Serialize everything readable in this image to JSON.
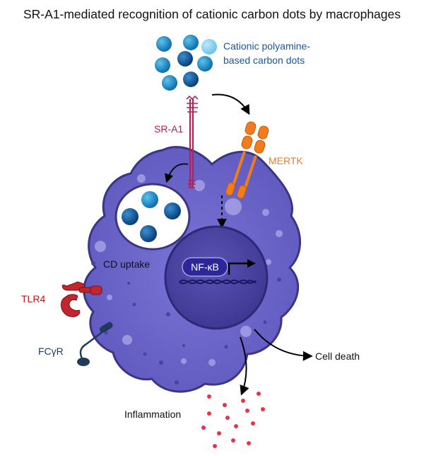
{
  "title": "SR-A1-mediated recognition of cationic carbon dots by macrophages",
  "labels": {
    "carbon_dots_line1": "Cationic polyamine-",
    "carbon_dots_line2": "based carbon dots",
    "sr_a1": "SR-A1",
    "mertk": "MERTK",
    "cd_uptake": "CD uptake",
    "nf_kb": "NF-κB",
    "tlr4": "TLR4",
    "fcyr": "FCγR",
    "cell_death": "Cell death",
    "inflammation": "Inflammation"
  },
  "colors": {
    "cell_fill": "#6b66c4",
    "cell_outline": "#3a3585",
    "nucleus_fill": "#4a43a0",
    "carbon_dot": "#1f8fc4",
    "carbon_dot_dark": "#0d5e9e",
    "sr_a1": "#b0235a",
    "mertk": "#f07c1e",
    "tlr4": "#c0262e",
    "fcyr": "#1f3a5c",
    "inflammation_dots": "#e8334a",
    "title_color": "#111111",
    "cd_label_color": "#1558a6",
    "sr_a1_label_color": "#c2185b",
    "mertk_label_color": "#f07c1e",
    "tlr4_label_color": "#b71c1c",
    "fcyr_label_color": "#1f3a5c"
  }
}
